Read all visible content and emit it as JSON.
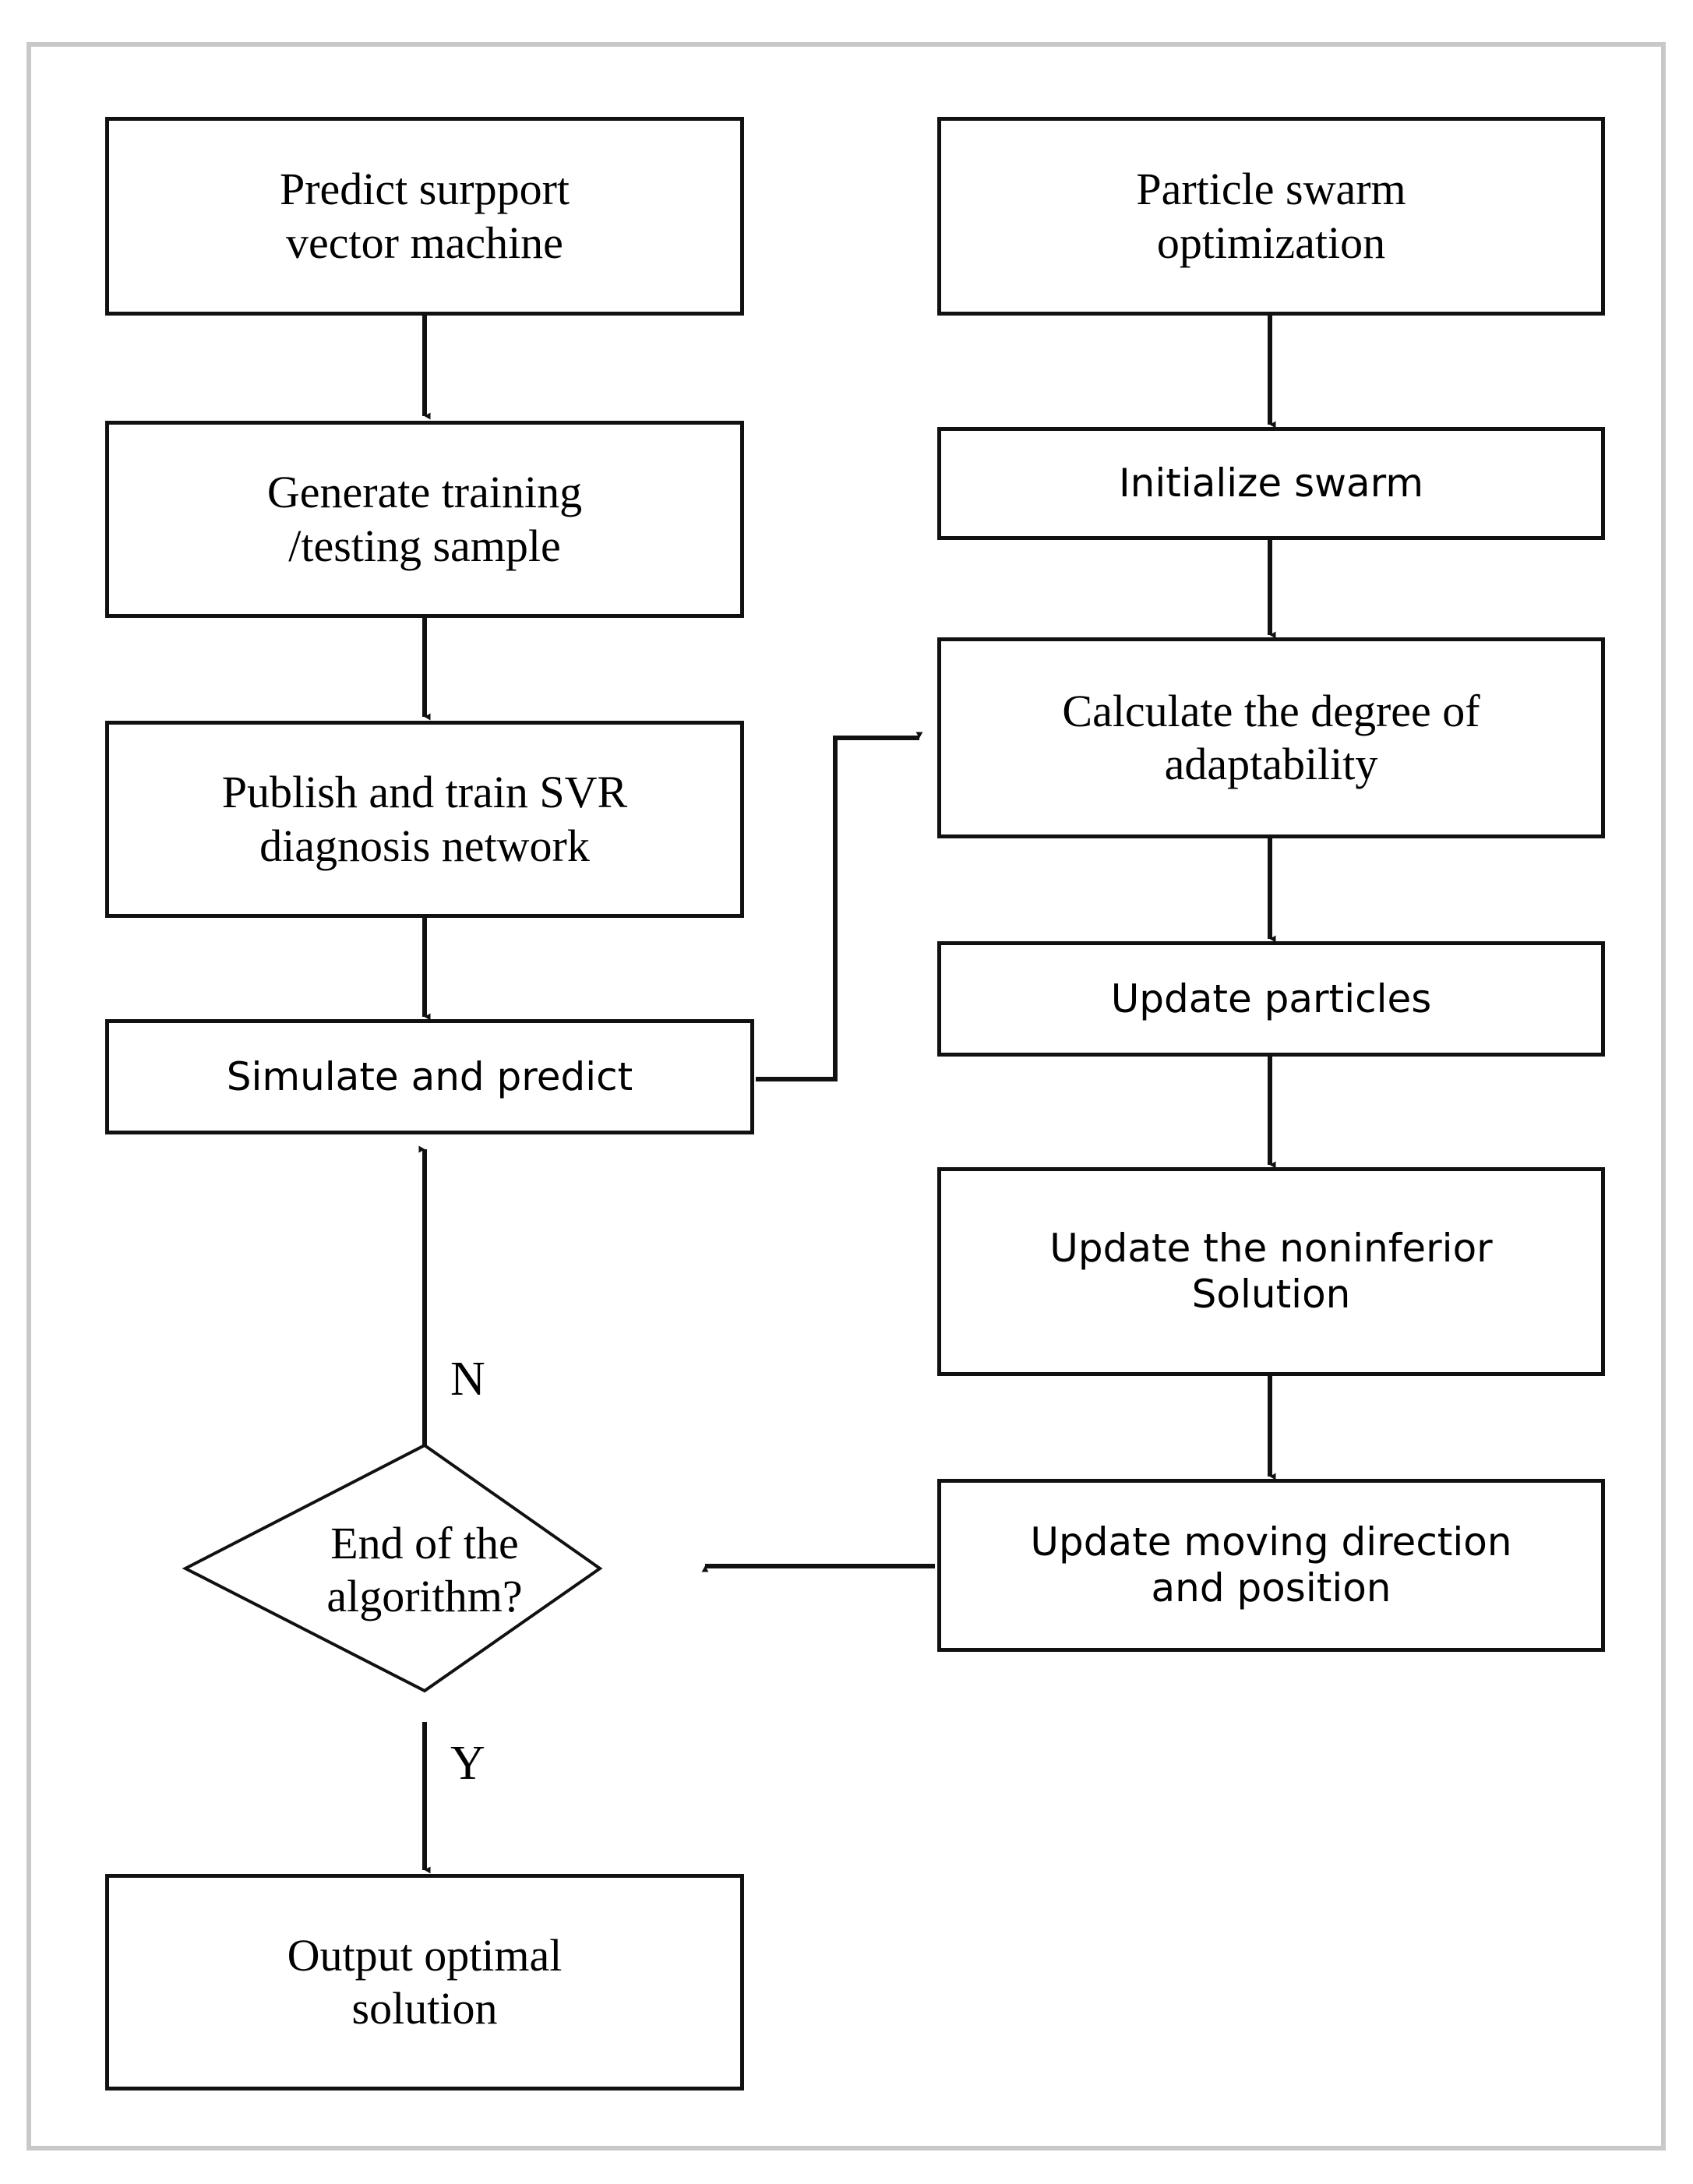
{
  "diagram": {
    "title": "SVR prediction with particle swarm optimization flowchart",
    "frame_color": "#c8c8c8",
    "stroke_color": "#111111",
    "background": "#ffffff"
  },
  "nodes": {
    "predict_svm": {
      "label": "Predict surpport\nvector machine",
      "shape": "process",
      "font": "serif"
    },
    "generate_sample": {
      "label": "Generate training\n/testing sample",
      "shape": "process",
      "font": "serif"
    },
    "publish_train": {
      "label": "Publish and train SVR\ndiagnosis network",
      "shape": "process",
      "font": "serif"
    },
    "simulate_predict": {
      "label": "Simulate and predict",
      "shape": "process",
      "font": "sans"
    },
    "end_of_algorithm": {
      "label": "End of the\nalgorithm?",
      "shape": "decision",
      "font": "serif"
    },
    "output_solution": {
      "label": "Output optimal\nsolution",
      "shape": "process",
      "font": "serif"
    },
    "particle_swarm": {
      "label": "Particle swarm\noptimization",
      "shape": "process",
      "font": "serif"
    },
    "initialize_swarm": {
      "label": "Initialize swarm",
      "shape": "process",
      "font": "sans"
    },
    "calculate_degree": {
      "label": "Calculate the degree of\nadaptability",
      "shape": "process",
      "font": "serif"
    },
    "update_particles": {
      "label": "Update particles",
      "shape": "process",
      "font": "sans"
    },
    "update_noninferior": {
      "label": "Update the noninferior\nSolution",
      "shape": "process",
      "font": "sans"
    },
    "update_moving": {
      "label": "Update moving direction\nand position",
      "shape": "process",
      "font": "sans"
    }
  },
  "edge_labels": {
    "no_branch": "N",
    "yes_branch": "Y"
  },
  "flow": {
    "left_sequence": [
      "Predict surpport vector machine",
      "Generate training /testing sample",
      "Publish and train SVR diagnosis network",
      "Simulate and predict"
    ],
    "right_sequence": [
      "Particle swarm optimization",
      "Initialize swarm",
      "Calculate the degree of adaptability",
      "Update particles",
      "Update the noninferior Solution",
      "Update moving direction and position"
    ],
    "connections": [
      "Simulate and predict -> Calculate the degree of adaptability",
      "Update moving direction and position -> End of the algorithm?",
      "End of the algorithm? -N-> Simulate and predict",
      "End of the algorithm? -Y-> Output optimal solution"
    ]
  }
}
